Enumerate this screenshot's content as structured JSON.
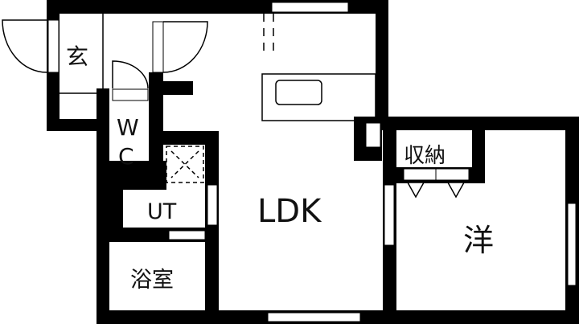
{
  "floor_plan": {
    "rooms": {
      "entrance": "玄",
      "wc_w": "W",
      "wc_c": "C",
      "utility": "UT",
      "bathroom": "浴室",
      "ldk": "LDK",
      "storage": "収納",
      "western_room": "洋"
    },
    "colors": {
      "wall": "#000000",
      "background": "#ffffff"
    }
  }
}
